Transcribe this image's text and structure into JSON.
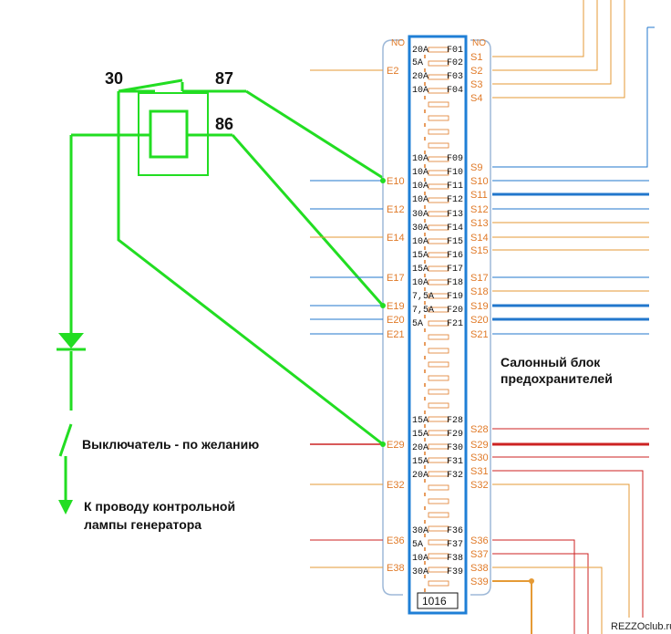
{
  "relay": {
    "pin30": "30",
    "pin87": "87",
    "pin86": "86"
  },
  "notes": {
    "switch": "Выключатель -  по желанию",
    "wire_line1": "К проводу контрольной",
    "wire_line2": "лампы генератора",
    "block_line1": "Салонный блок",
    "block_line2": "предохранителей"
  },
  "block": {
    "no_left": "NO",
    "no_right": "NO",
    "number": "1016",
    "watermark": "REZZOclub.ru"
  },
  "left_pins": [
    "E2",
    "E10",
    "E12",
    "E14",
    "E17",
    "E19",
    "E20",
    "E21",
    "E29",
    "E32",
    "E36",
    "E38"
  ],
  "right_pins": [
    "S1",
    "S2",
    "S3",
    "S4",
    "S9",
    "S10",
    "S11",
    "S12",
    "S13",
    "S14",
    "S15",
    "S17",
    "S18",
    "S19",
    "S20",
    "S21",
    "S28",
    "S29",
    "S30",
    "S31",
    "S32",
    "S36",
    "S37",
    "S38",
    "S39"
  ],
  "fuses": [
    {
      "id": "F01",
      "amps": "20A"
    },
    {
      "id": "F02",
      "amps": "5A"
    },
    {
      "id": "F03",
      "amps": "20A"
    },
    {
      "id": "F04",
      "amps": "10A"
    },
    {
      "id": "F09",
      "amps": "10A"
    },
    {
      "id": "F10",
      "amps": "10A"
    },
    {
      "id": "F11",
      "amps": "10A"
    },
    {
      "id": "F12",
      "amps": "10A"
    },
    {
      "id": "F13",
      "amps": "30A"
    },
    {
      "id": "F14",
      "amps": "30A"
    },
    {
      "id": "F15",
      "amps": "10A"
    },
    {
      "id": "F16",
      "amps": "15A"
    },
    {
      "id": "F17",
      "amps": "15A"
    },
    {
      "id": "F18",
      "amps": "10A"
    },
    {
      "id": "F19",
      "amps": "7,5A"
    },
    {
      "id": "F20",
      "amps": "7,5A"
    },
    {
      "id": "F21",
      "amps": "5A"
    },
    {
      "id": "F28",
      "amps": "15A"
    },
    {
      "id": "F29",
      "amps": "15A"
    },
    {
      "id": "F30",
      "amps": "20A"
    },
    {
      "id": "F31",
      "amps": "15A"
    },
    {
      "id": "F32",
      "amps": "20A"
    },
    {
      "id": "F36",
      "amps": "30A"
    },
    {
      "id": "F37",
      "amps": "5A"
    },
    {
      "id": "F38",
      "amps": "10A"
    },
    {
      "id": "F39",
      "amps": "30A"
    }
  ],
  "colors": {
    "relay_wire": "#22dd22",
    "orange": "#e59a35",
    "blue": "#2277cc",
    "red": "#cc2222",
    "block": "#1f7fd6"
  }
}
